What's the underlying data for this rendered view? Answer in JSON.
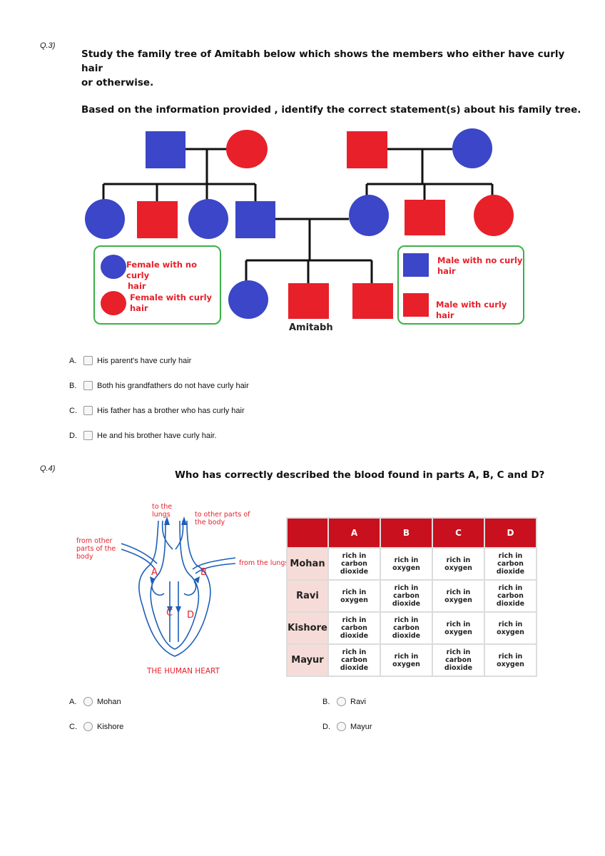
{
  "q3": {
    "number": "Q.3)",
    "line1": "Study the family tree of Amitabh below which shows the members who either have curly hair",
    "line2": "or otherwise.",
    "instruction": "Based on the information provided , identify the correct statement(s) about his family tree.",
    "legend": {
      "female_no_curly_a": "Female with no curly",
      "female_no_curly_b": "hair",
      "female_curly_a": "Female with curly",
      "female_curly_b": "hair",
      "male_no_curly_a": "Male with no curly",
      "male_no_curly_b": "hair",
      "male_curly": "Male with curly hair"
    },
    "amitabh_label": "Amitabh",
    "colors": {
      "blue": "#3b46c8",
      "red": "#e8202a",
      "line": "#111111",
      "legend_border": "#3cb04a"
    },
    "options": [
      {
        "letter": "A.",
        "text": "His parent's have curly hair"
      },
      {
        "letter": "B.",
        "text": "Both his grandfathers do not have curly hair"
      },
      {
        "letter": "C.",
        "text": "His father has a brother who has curly hair"
      },
      {
        "letter": "D.",
        "text": "He and his brother have curly hair."
      }
    ]
  },
  "q4": {
    "number": "Q.4)",
    "question": "Who has correctly described the blood found in parts A, B, C and D?",
    "heart": {
      "to_lungs_a": "to the",
      "to_lungs_b": "lungs",
      "to_body_a": "to other parts of",
      "to_body_b": "the body",
      "from_body_a": "from other",
      "from_body_b": "parts of the",
      "from_body_c": "body",
      "from_lungs": "from the lungs",
      "title": "THE HUMAN HEART",
      "A": "A",
      "B": "B",
      "C": "C",
      "D": "D"
    },
    "table": {
      "headers": [
        "A",
        "B",
        "C",
        "D"
      ],
      "rows": [
        {
          "name": "Mohan",
          "cells": [
            "rich in carbon dioxide",
            "rich in oxygen",
            "rich in oxygen",
            "rich in carbon dioxide"
          ]
        },
        {
          "name": "Ravi",
          "cells": [
            "rich in oxygen",
            "rich in carbon dioxide",
            "rich in oxygen",
            "rich in carbon dioxide"
          ]
        },
        {
          "name": "Kishore",
          "cells": [
            "rich in carbon dioxide",
            "rich in carbon dioxide",
            "rich in oxygen",
            "rich in oxygen"
          ]
        },
        {
          "name": "Mayur",
          "cells": [
            "rich in carbon dioxide",
            "rich in oxygen",
            "rich in carbon dioxide",
            "rich in oxygen"
          ]
        }
      ]
    },
    "options": [
      {
        "letter": "A.",
        "text": "Mohan"
      },
      {
        "letter": "B.",
        "text": "Ravi"
      },
      {
        "letter": "C.",
        "text": "Kishore"
      },
      {
        "letter": "D.",
        "text": "Mayur"
      }
    ]
  }
}
